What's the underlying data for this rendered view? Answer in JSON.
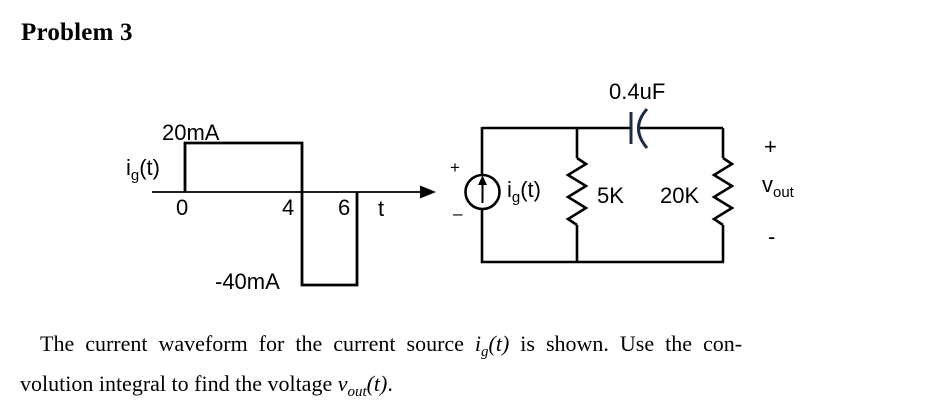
{
  "title": "Problem 3",
  "waveform": {
    "y_label": {
      "base": "i",
      "sub": "g",
      "arg": "(t)"
    },
    "high_label": "20mA",
    "low_label": "-40mA",
    "ticks": [
      "0",
      "4",
      "6"
    ],
    "axis_label": "t",
    "segments": [
      {
        "t_start": 0,
        "t_end": 4,
        "level": "20mA"
      },
      {
        "t_start": 4,
        "t_end": 6,
        "level": "-40mA"
      }
    ]
  },
  "circuit": {
    "capacitor_label": "0.4uF",
    "source": {
      "plus": "+",
      "minus": "–",
      "label": {
        "base": "i",
        "sub": "g",
        "arg": "(t)"
      }
    },
    "resistor1_label": "5K",
    "resistor2_label": "20K",
    "output": {
      "plus": "+",
      "base": "v",
      "sub": "out",
      "minus": "-"
    }
  },
  "paragraph": {
    "line1_part1": "The current waveform for the current source ",
    "math_i": {
      "base": "i",
      "sub": "g",
      "arg": "(t)"
    },
    "line1_part2": " is shown.  Use the con-",
    "line2_part1": "volution integral to find the voltage ",
    "math_v": {
      "base": "v",
      "sub": "out",
      "arg": "(t)"
    },
    "line2_part2": "."
  },
  "colors": {
    "ink": "#000000",
    "capacitor_ink": "#1c2b4a"
  }
}
